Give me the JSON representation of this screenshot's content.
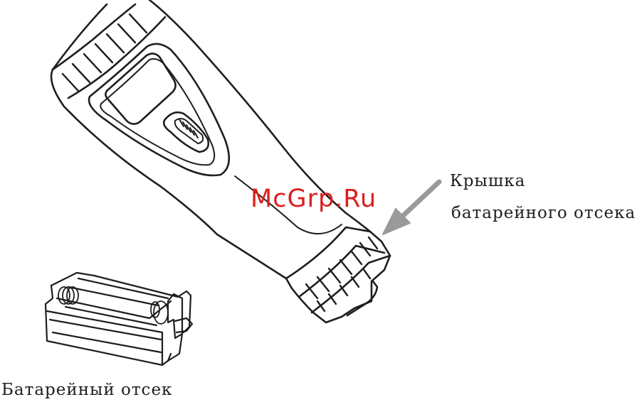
{
  "labels": {
    "cover_line1": "Крышка",
    "cover_line2": "батарейного  отсека",
    "compartment": "Батарейный  отсек"
  },
  "watermark": {
    "text": "McGrp.Ru",
    "color": "#dc1e1e"
  },
  "colors": {
    "line": "#1e1e1e",
    "arrow": "#9a9a9a",
    "background": "#ffffff"
  }
}
